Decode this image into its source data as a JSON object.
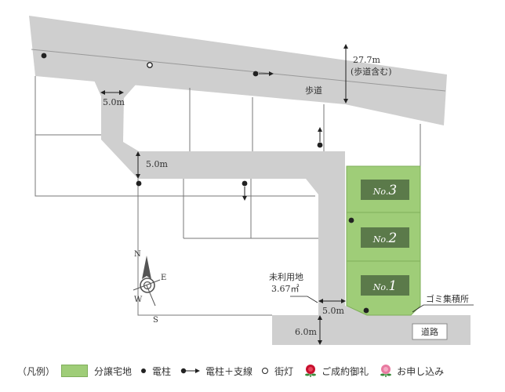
{
  "road_width": {
    "value": "27.7m",
    "note": "(歩道含む)"
  },
  "sidewalk_label": "歩道",
  "road_widths": [
    "5.0m",
    "5.0m",
    "5.0m",
    "6.0m"
  ],
  "unused_land": {
    "label": "未利用地",
    "area": "3.67㎡"
  },
  "garbage_label": "ゴミ集積所",
  "road_sign": "道路",
  "compass": {
    "north": "N",
    "south": "S",
    "east": "E",
    "west": "W"
  },
  "plots": [
    {
      "prefix": "No.",
      "number": "3"
    },
    {
      "prefix": "No.",
      "number": "2"
    },
    {
      "prefix": "No.",
      "number": "1"
    }
  ],
  "legend": {
    "title": "（凡例）",
    "lot_sale": "分譲宅地",
    "pole": "電柱",
    "pole_stay": "電柱＋支線",
    "streetlight": "街灯",
    "contracted": "ご成約御礼",
    "applied": "お申し込み"
  },
  "colors": {
    "road": "#cfcfcf",
    "plot_fill": "#9fcd78",
    "plot_label": "#5b7a4a",
    "contracted_flower": "#c8102e",
    "applied_flower": "#e87aa0"
  }
}
